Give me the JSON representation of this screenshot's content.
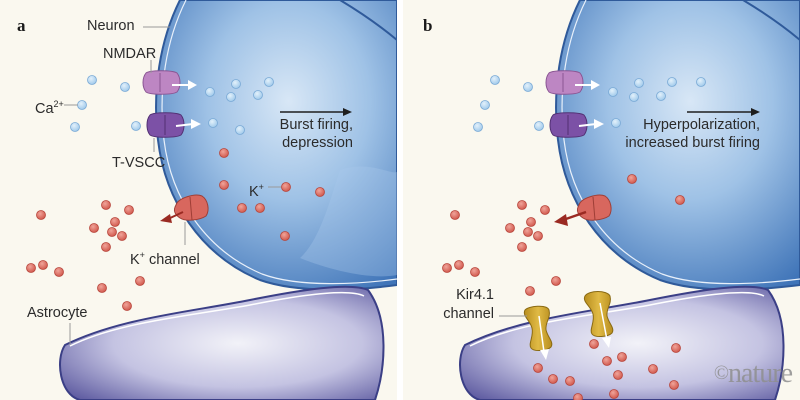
{
  "figure": {
    "watermark": {
      "symbol": "©",
      "text": "nature"
    },
    "colors": {
      "background": "#faf8ef",
      "neuron_fill": "#5a8fc8",
      "neuron_membrane": "#2f5a9a",
      "astrocyte_fill": "#7a78b6",
      "calcium_ion": "#a9d0ee",
      "potassium_ion": "#d9655c",
      "nmdar": "#b77fbf",
      "t_vscc": "#7a4fa3",
      "k_channel": "#d8675e",
      "kir_channel": "#c9a22e"
    }
  },
  "panels": [
    {
      "letter": "a",
      "labels": {
        "neuron": "Neuron",
        "nmdar": "NMDAR",
        "ca": "Ca",
        "ca_charge": "2+",
        "t_vscc": "T-VSCC",
        "outcome_line1": "Burst firing,",
        "outcome_line2": "depression",
        "k_ion": "K",
        "k_charge": "+",
        "k_channel": "K",
        "k_channel_charge": "+",
        "k_channel_suffix": " channel",
        "astrocyte": "Astrocyte"
      }
    },
    {
      "letter": "b",
      "labels": {
        "outcome_line1": "Hyperpolarization,",
        "outcome_line2": "increased burst firing",
        "kir_line1": "Kir4.1",
        "kir_line2": "channel"
      }
    }
  ]
}
